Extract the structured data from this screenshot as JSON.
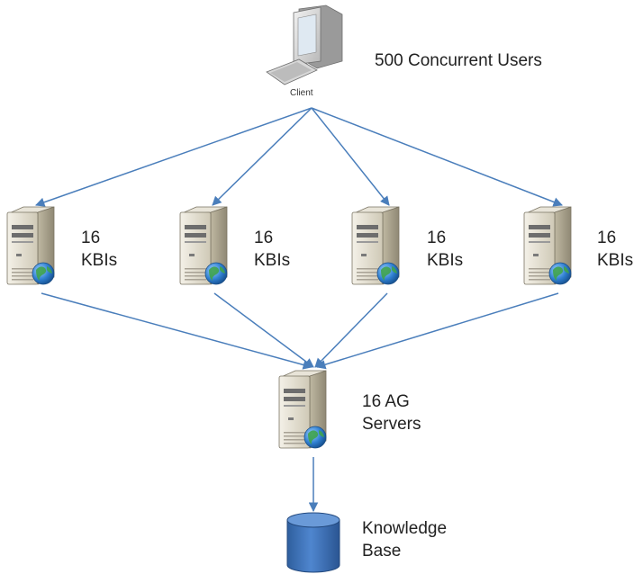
{
  "client": {
    "caption": "Client",
    "users_label": "500 Concurrent  Users",
    "icon": "desktop-computer-icon"
  },
  "kbi_servers": [
    {
      "line1": "16",
      "line2": "KBIs",
      "icon": "server-globe-icon"
    },
    {
      "line1": "16",
      "line2": "KBIs",
      "icon": "server-globe-icon"
    },
    {
      "line1": "16",
      "line2": "KBIs",
      "icon": "server-globe-icon"
    },
    {
      "line1": "16",
      "line2": "KBIs",
      "icon": "server-globe-icon"
    }
  ],
  "ag_server": {
    "line1": "16 AG",
    "line2": "Servers",
    "icon": "server-globe-icon"
  },
  "knowledge_base": {
    "line1": "Knowledge",
    "line2": "Base",
    "icon": "database-cylinder-icon"
  },
  "colors": {
    "arrow": "#4a7ebb",
    "database": "#3a6fb5",
    "server_body": "#d9d4c4",
    "globe": "#2f7fd0"
  }
}
